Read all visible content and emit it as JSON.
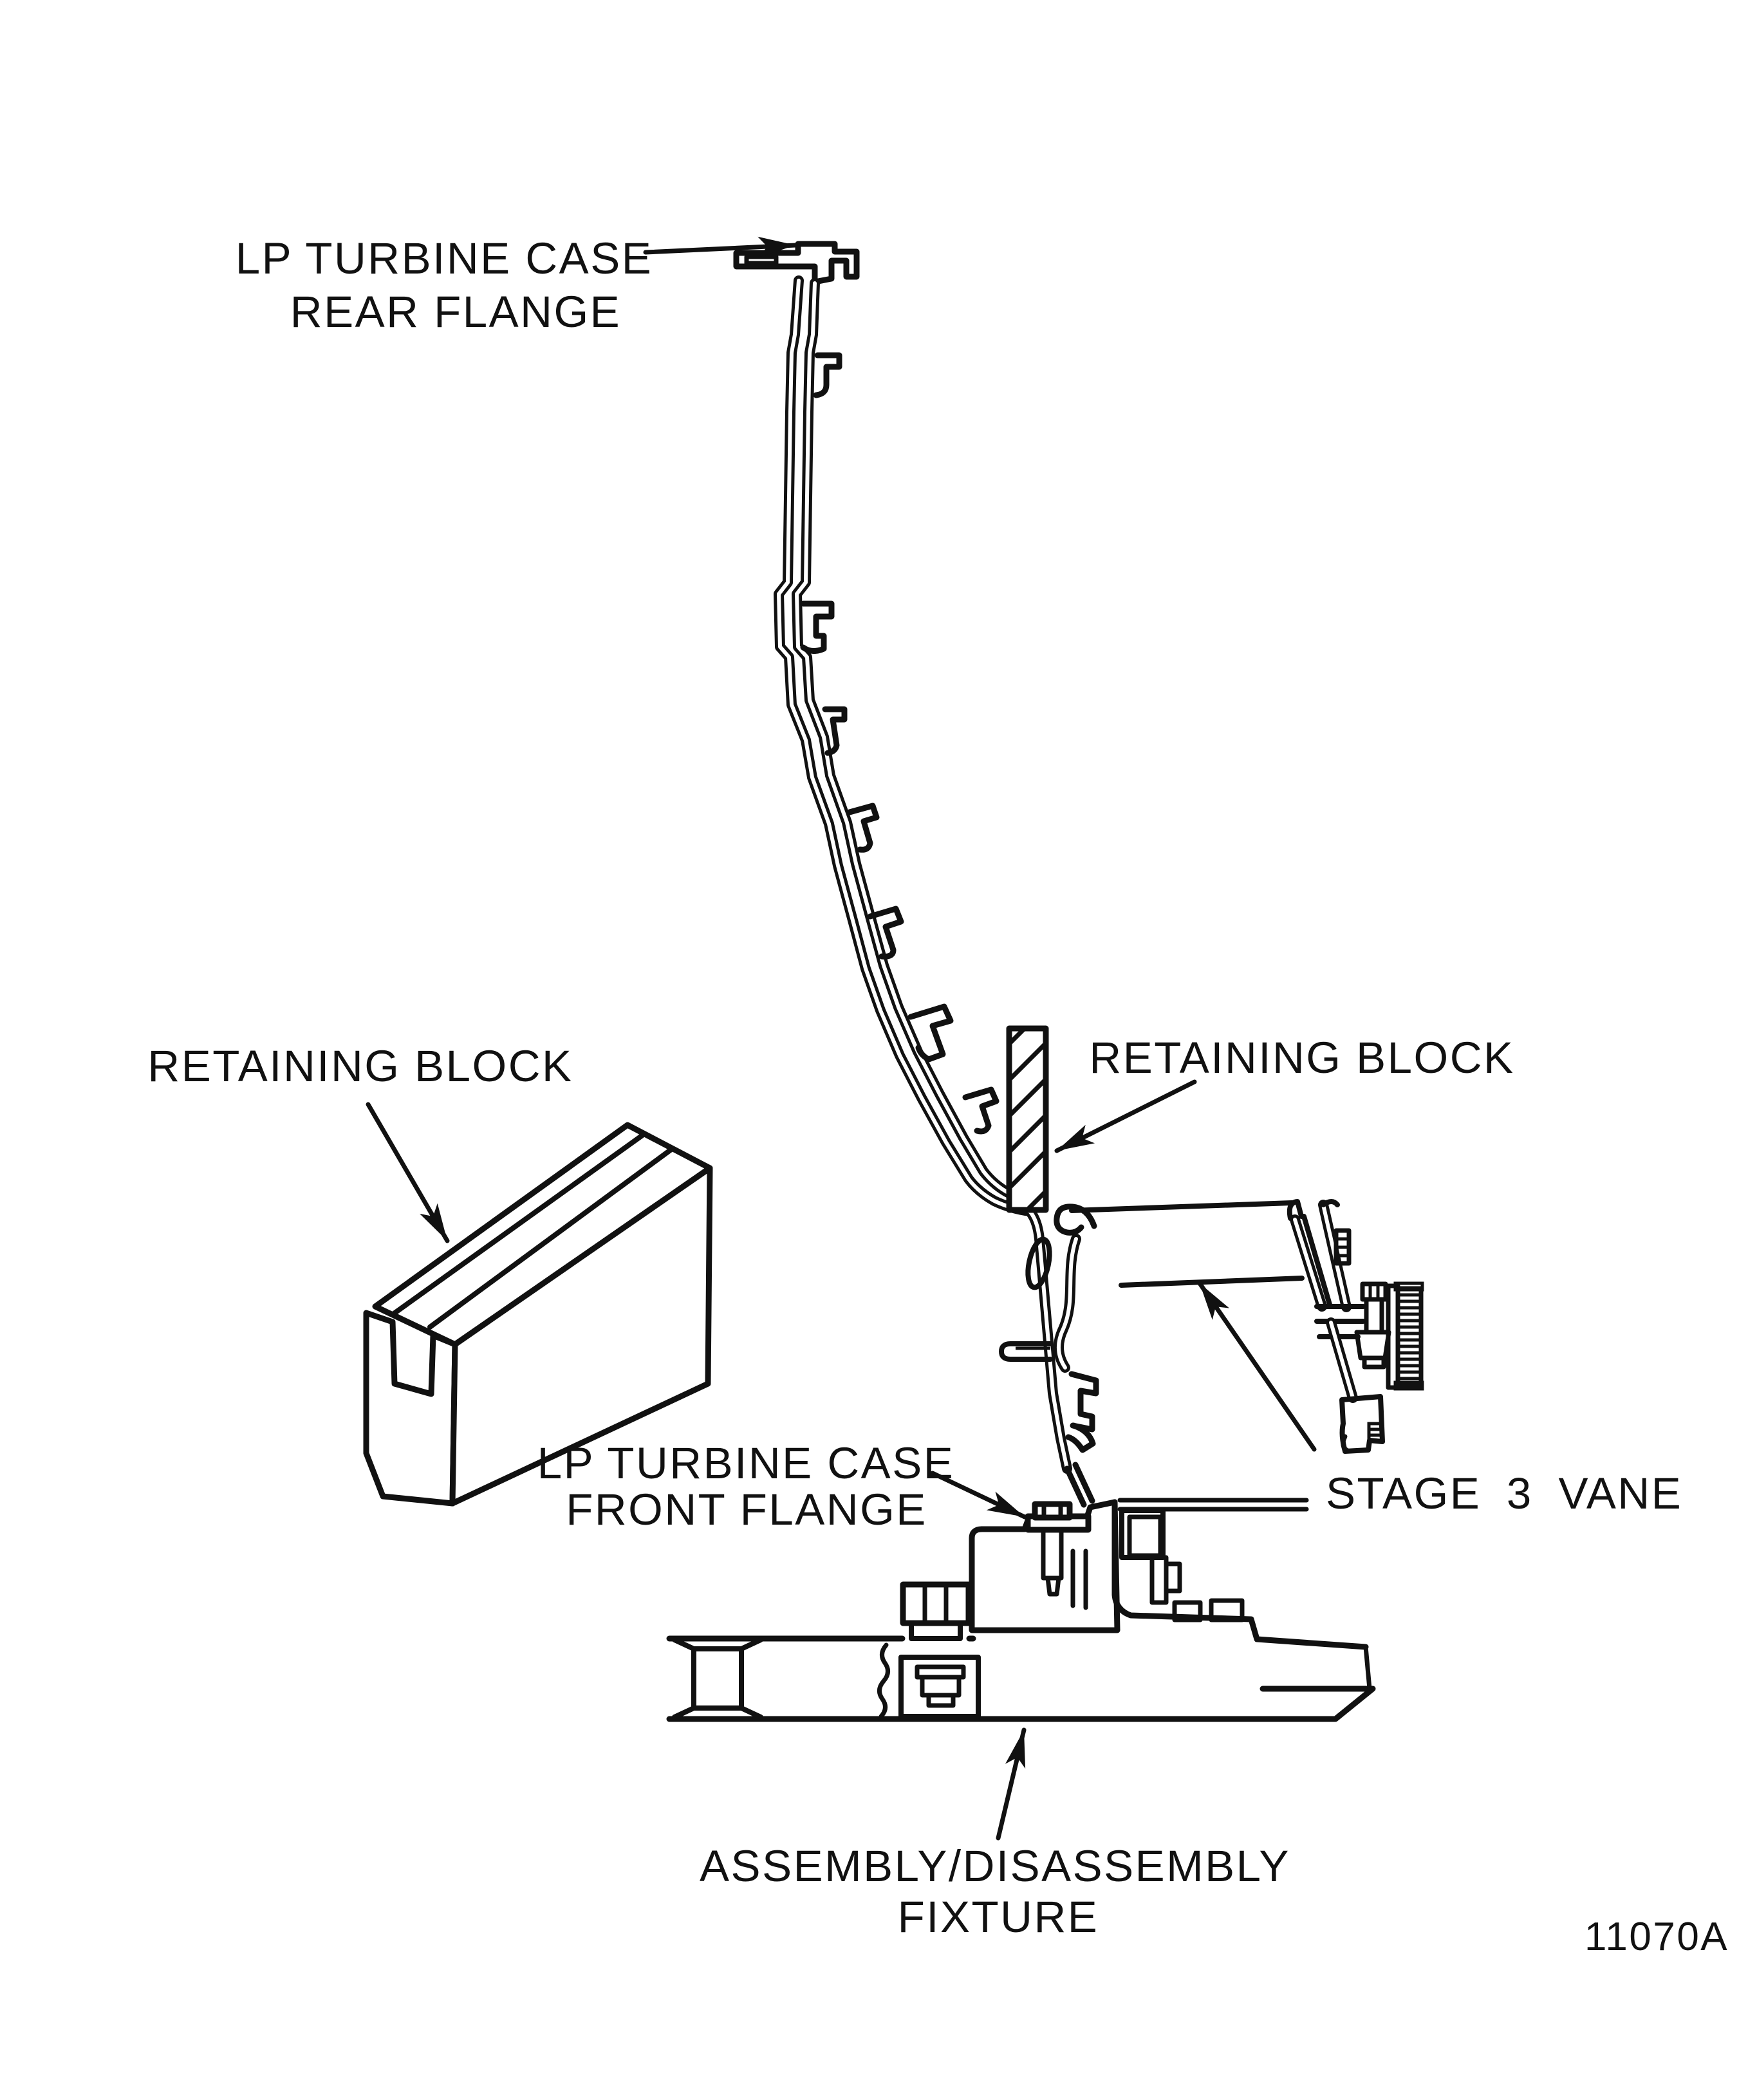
{
  "figure": {
    "number": "11070A",
    "ink_color": "#111111",
    "background_color": "#ffffff"
  },
  "labels": {
    "rear_flange": {
      "line1": "LP TURBINE CASE",
      "line2": "REAR FLANGE"
    },
    "retaining_block_left": {
      "text": "RETAINING BLOCK"
    },
    "retaining_block_right": {
      "text": "RETAINING BLOCK"
    },
    "front_flange": {
      "line1": "LP TURBINE CASE",
      "line2": "FRONT FLANGE"
    },
    "stage3_vane": {
      "text": "STAGE 3 VANE"
    },
    "fixture": {
      "line1": "ASSEMBLY/DISASSEMBLY",
      "line2": "FIXTURE"
    }
  }
}
